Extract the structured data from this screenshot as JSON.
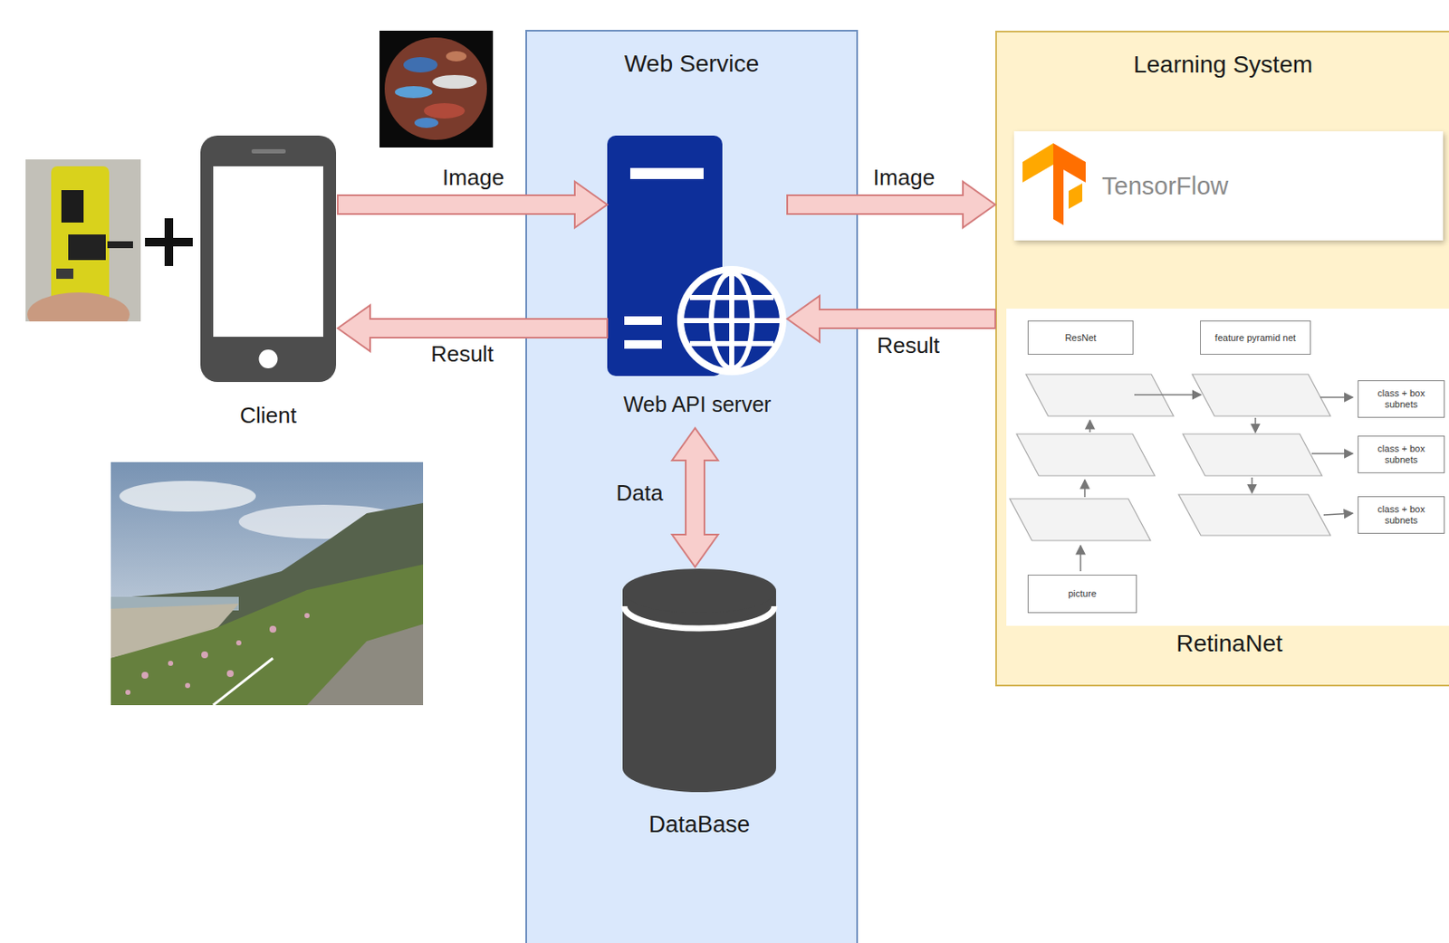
{
  "diagram": {
    "nodes": [
      {
        "text": [
          "Client"
        ]
      },
      {
        "text": [
          "Web Service"
        ]
      },
      {
        "text": [
          "Web API server"
        ],
        "in": 1
      },
      {
        "text": [
          "DataBase"
        ],
        "in": 1
      },
      {
        "text": [
          "Learning System"
        ]
      },
      {
        "text": [
          "TensorFlow"
        ],
        "in": 4
      },
      {
        "text": [
          "RetinaNet"
        ],
        "in": 4
      },
      {
        "text": [
          "ResNet"
        ],
        "in": 6
      },
      {
        "text": [
          "feature pyramid net"
        ],
        "in": 6
      },
      {
        "text": [
          "picture"
        ],
        "in": 6
      },
      {
        "text": [
          "class + box subnets"
        ],
        "in": 6
      },
      {
        "text": [
          "class + box subnets"
        ],
        "in": 6
      },
      {
        "text": [
          "class + box subnets"
        ],
        "in": 6
      }
    ],
    "edges": [
      {
        "from": 0,
        "to": 2,
        "arrow": "to",
        "label": "Image"
      },
      {
        "from": 2,
        "to": 0,
        "arrow": "to",
        "label": "Result"
      },
      {
        "from": 2,
        "to": 4,
        "arrow": "to",
        "label": "Image"
      },
      {
        "from": 4,
        "to": 2,
        "arrow": "to",
        "label": "Result"
      },
      {
        "from": 2,
        "to": 3,
        "arrow": "both",
        "label": "Data"
      }
    ]
  }
}
